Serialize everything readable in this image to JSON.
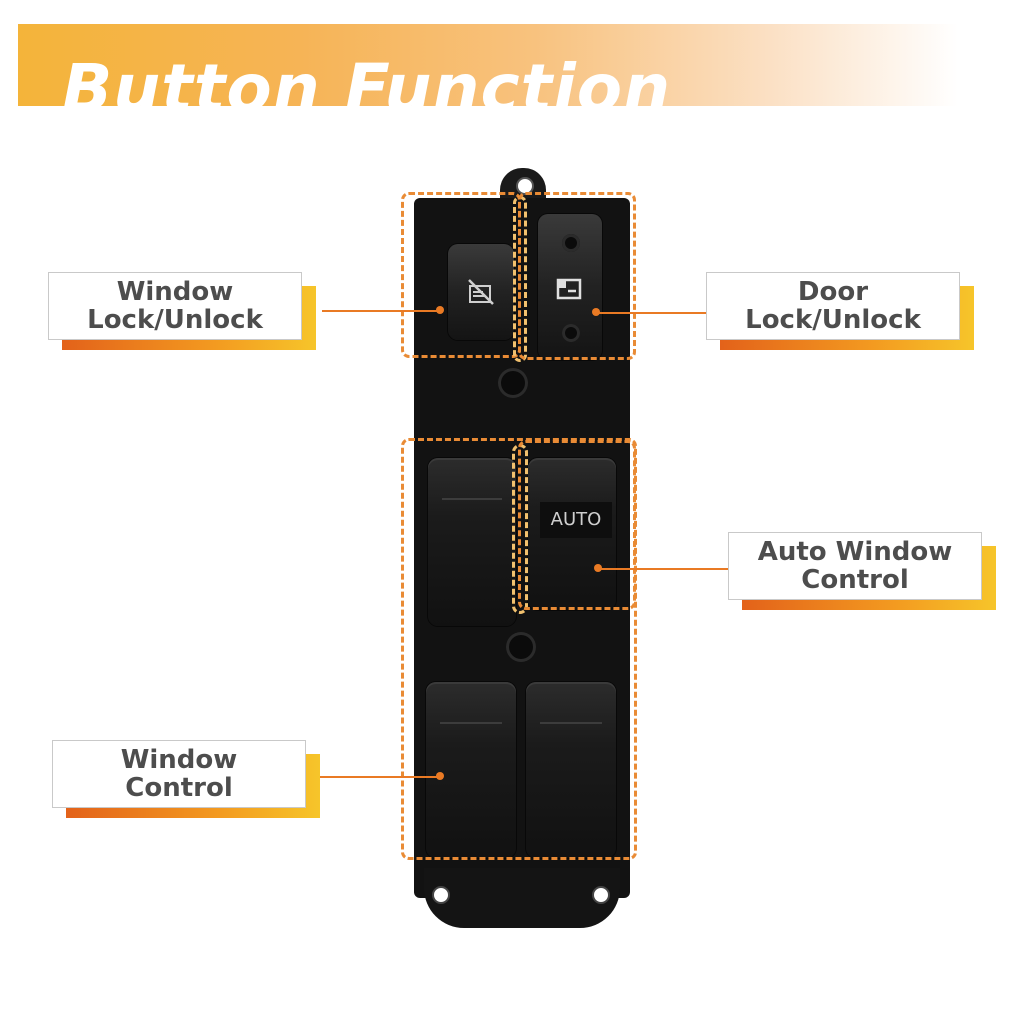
{
  "header": {
    "title": "Button Function"
  },
  "labels": {
    "window_lock": "Window\nLock/Unlock",
    "door_lock": "Door\nLock/Unlock",
    "auto_window": "Auto Window\nControl",
    "window_control": "Window\nControl"
  },
  "switch": {
    "auto_key_text": "AUTO"
  },
  "colors": {
    "accent_orange": "#e97a24",
    "banner_gold": "#f4b43a",
    "label_text": "#4d4d4d"
  },
  "icons": [
    "window-lock-icon",
    "door-lock-icon"
  ]
}
